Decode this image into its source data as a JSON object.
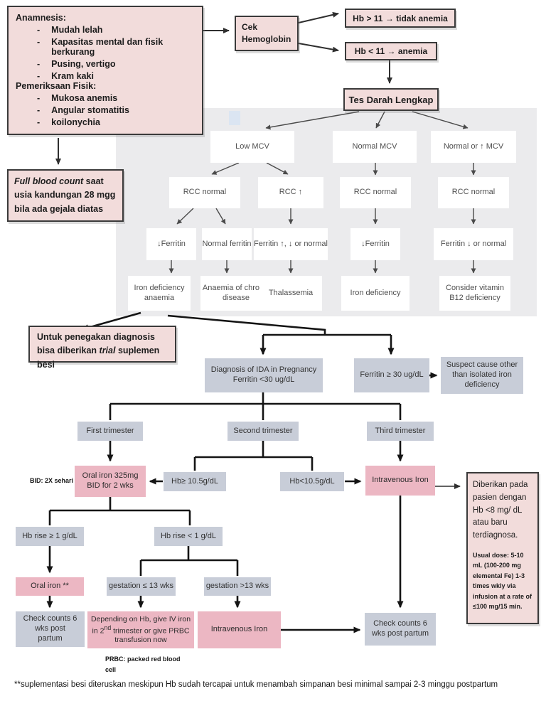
{
  "palette": {
    "note_box_bg": "#f2dcdb",
    "note_box_border": "#3a3a3a",
    "action_pink": "#ecb7c3",
    "slate_blue": "#c8cdd8",
    "chart_panel_gray": "#ebebed"
  },
  "anamnesis": {
    "title": "Anamnesis:",
    "bullet": "-",
    "symptoms": [
      "Mudah lelah",
      "Kapasitas mental dan fisik berkurang",
      "Pusing, vertigo",
      "Kram kaki"
    ],
    "exam_title": "Pemeriksaan Fisik:",
    "exam_items": [
      "Mukosa anemis",
      "Angular stomatitis",
      "koilonychia"
    ]
  },
  "screening": {
    "check_hb": "Cek Hemoglobin",
    "hb_high": "Hb > 11 → tidak anemia",
    "hb_low": "Hb < 11 → anemia",
    "full_blood_test": "Tes Darah Lengkap"
  },
  "full_blood_note": {
    "italic": "Full blood count",
    "rest": " saat usia kandungan  28 mgg bila ada gejala diatas"
  },
  "mcv_chart": {
    "mcv": [
      "Low MCV",
      "Normal MCV",
      "Normal or ↑ MCV"
    ],
    "rcc": [
      "RCC normal",
      "RCC ↑",
      "RCC normal",
      "RCC normal"
    ],
    "ferritin": [
      "↓Ferritin",
      "Normal ferritin",
      "Ferritin ↑, ↓ or normal",
      "↓Ferritin",
      "Ferritin ↓ or normal"
    ],
    "diagnosis": [
      "Iron deficiency anaemia",
      "Anaemia of chronic disease",
      "Thalassemia",
      "Iron deficiency",
      "Consider vitamin B12 deficiency"
    ]
  },
  "trial_note": {
    "pre": "Untuk penegakan diagnosis bisa diberikan ",
    "italic": "trial",
    "post": " suplemen besi"
  },
  "ida_pathway": {
    "diagnosis_title": "Diagnosis of IDA in Pregnancy",
    "diagnosis_sub": "Ferritin <30 ug/dL",
    "ferritin_high": "Ferritin ≥ 30 ug/dL",
    "suspect": "Suspect cause other than isolated iron deficiency",
    "trimesters": [
      "First trimester",
      "Second trimester",
      "Third trimester"
    ],
    "bid_note": "BID: 2X sehari",
    "oral_iron": "Oral iron 325mg BID for 2 wks",
    "hb_ge": "Hb≥ 10.5g/dL",
    "hb_lt": "Hb<10.5g/dL",
    "iv_iron": "Intravenous Iron",
    "hb_rise_ge": "Hb rise ≥ 1 g/dL",
    "hb_rise_lt": "Hb rise < 1 g/dL",
    "oral_iron_2": "Oral iron **",
    "gest_le": "gestation ≤ 13 wks",
    "gest_gt": "gestation >13 wks",
    "check_counts_1": "Check counts 6 wks post partum",
    "depending": {
      "pre": "Depending on Hb, give IV iron  in 2",
      "sup": "nd",
      "post": " trimester or  give PRBC transfusion  now"
    },
    "iv_iron_2": "Intravenous Iron",
    "check_counts_2": "Check counts 6 wks post partum",
    "prbc_note": "PRBC: packed red blood cell"
  },
  "iv_note": {
    "p1": "Diberikan pada pasien dengan Hb <8 mg/ dL atau baru terdiagnosa.",
    "p2": "Usual dose: 5-10 mL (100-200 mg elemental Fe) 1-3 times wkly via infusion at a rate of ≤100 mg/15 min."
  },
  "footnote": "**suplementasi besi diteruskan meskipun Hb sudah tercapai untuk menambah simpanan besi  minimal sampai 2-3 minggu postpartum"
}
